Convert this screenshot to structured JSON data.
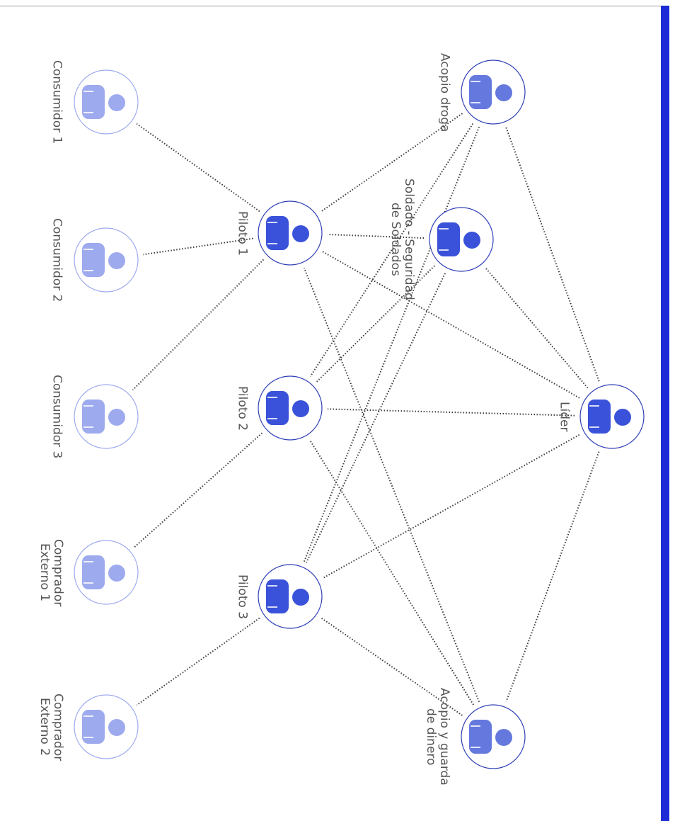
{
  "colors": {
    "dark_node": "#3a52d9",
    "mid_node": "#6478de",
    "light_node": "#9eaaee",
    "ring": "#2e3fb5",
    "edge": "#3a3a3a",
    "accent_bar": "#1c2bd6"
  },
  "nodes": [
    {
      "id": "lider",
      "label": "Líder",
      "tone": "dark",
      "icon": "person-icon"
    },
    {
      "id": "acopio_droga",
      "label": "Acopio droga",
      "tone": "mid",
      "icon": "person-icon"
    },
    {
      "id": "soldado",
      "label": "Soldado - Seguridad\nde Soldados",
      "tone": "dark",
      "icon": "person-icon"
    },
    {
      "id": "acopio_dinero",
      "label": "Acopio y guarda\nde dinero",
      "tone": "mid",
      "icon": "person-icon"
    },
    {
      "id": "piloto1",
      "label": "Piloto 1",
      "tone": "dark",
      "icon": "person-icon"
    },
    {
      "id": "piloto2",
      "label": "Piloto 2",
      "tone": "dark",
      "icon": "person-icon"
    },
    {
      "id": "piloto3",
      "label": "Piloto 3",
      "tone": "dark",
      "icon": "person-icon"
    },
    {
      "id": "consumidor1",
      "label": "Consumidor 1",
      "tone": "light",
      "icon": "person-icon"
    },
    {
      "id": "consumidor2",
      "label": "Consumidor 2",
      "tone": "light",
      "icon": "person-icon"
    },
    {
      "id": "consumidor3",
      "label": "Consumidor 3",
      "tone": "light",
      "icon": "person-icon"
    },
    {
      "id": "comprador1",
      "label": "Comprador\nExterno 1",
      "tone": "light",
      "icon": "person-icon"
    },
    {
      "id": "comprador2",
      "label": "Comprador\nExterno 2",
      "tone": "light",
      "icon": "person-icon"
    }
  ],
  "edges": [
    [
      "lider",
      "acopio_droga"
    ],
    [
      "lider",
      "soldado"
    ],
    [
      "lider",
      "acopio_dinero"
    ],
    [
      "lider",
      "piloto1"
    ],
    [
      "lider",
      "piloto2"
    ],
    [
      "lider",
      "piloto3"
    ],
    [
      "acopio_droga",
      "piloto1"
    ],
    [
      "acopio_droga",
      "piloto2"
    ],
    [
      "acopio_droga",
      "piloto3"
    ],
    [
      "soldado",
      "piloto1"
    ],
    [
      "soldado",
      "piloto2"
    ],
    [
      "soldado",
      "piloto3"
    ],
    [
      "acopio_dinero",
      "piloto1"
    ],
    [
      "acopio_dinero",
      "piloto2"
    ],
    [
      "acopio_dinero",
      "piloto3"
    ],
    [
      "piloto1",
      "consumidor1"
    ],
    [
      "piloto1",
      "consumidor2"
    ],
    [
      "piloto1",
      "consumidor3"
    ],
    [
      "piloto2",
      "comprador1"
    ],
    [
      "piloto3",
      "comprador2"
    ]
  ]
}
